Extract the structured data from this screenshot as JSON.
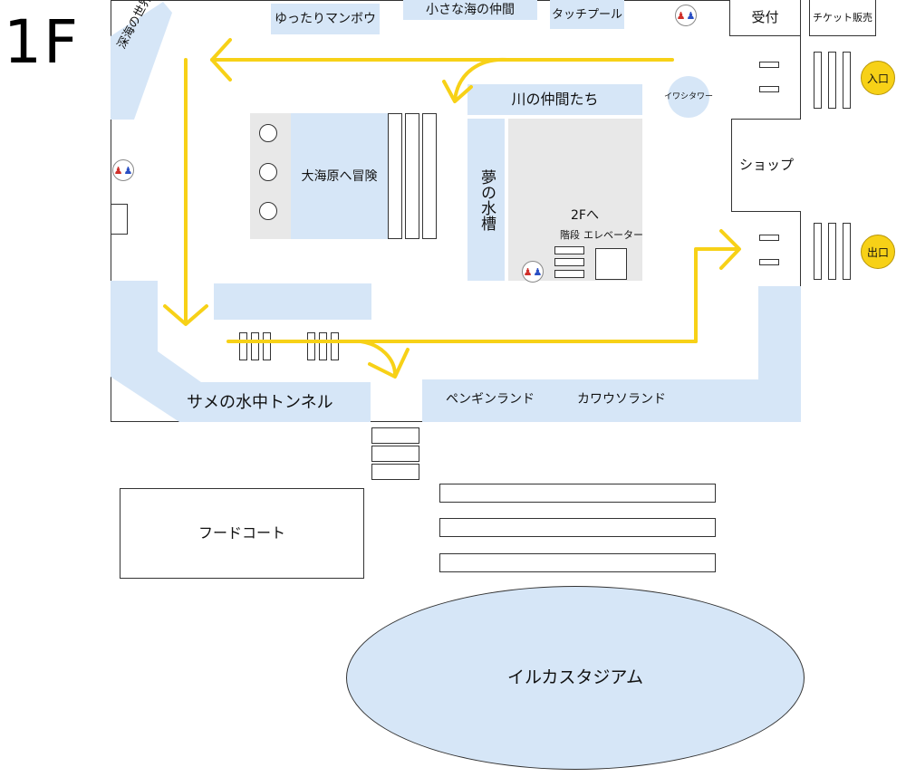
{
  "floor_label": "1F",
  "zones": {
    "manbou": "ゆったりマンボウ",
    "small_sea": "小さな海の仲間",
    "touch_pool": "タッチプール",
    "reception": "受付",
    "ticket": "チケット販売",
    "deep_sea": "深海の世界",
    "iwashi_tower": "イワシタワー",
    "river": "川の仲間たち",
    "shop": "ショップ",
    "ocean": "大海原へ冒険",
    "dream_tank": "夢の水槽",
    "to_2f": "2Fへ",
    "stairs": "階段",
    "elevator": "エレベーター",
    "shark_tunnel": "サメの水中トンネル",
    "penguin": "ペンギンランド",
    "otter": "カワウソランド",
    "food_court": "フードコート",
    "stadium": "イルカスタジアム"
  },
  "buttons": {
    "entrance": "入口",
    "exit": "出口"
  },
  "restroom_icon": "restroom-icon",
  "colors": {
    "zone_fill": "#d6e6f7",
    "route_arrow": "#f7d117",
    "wall": "#333333",
    "button_fill": "#f7d117"
  }
}
